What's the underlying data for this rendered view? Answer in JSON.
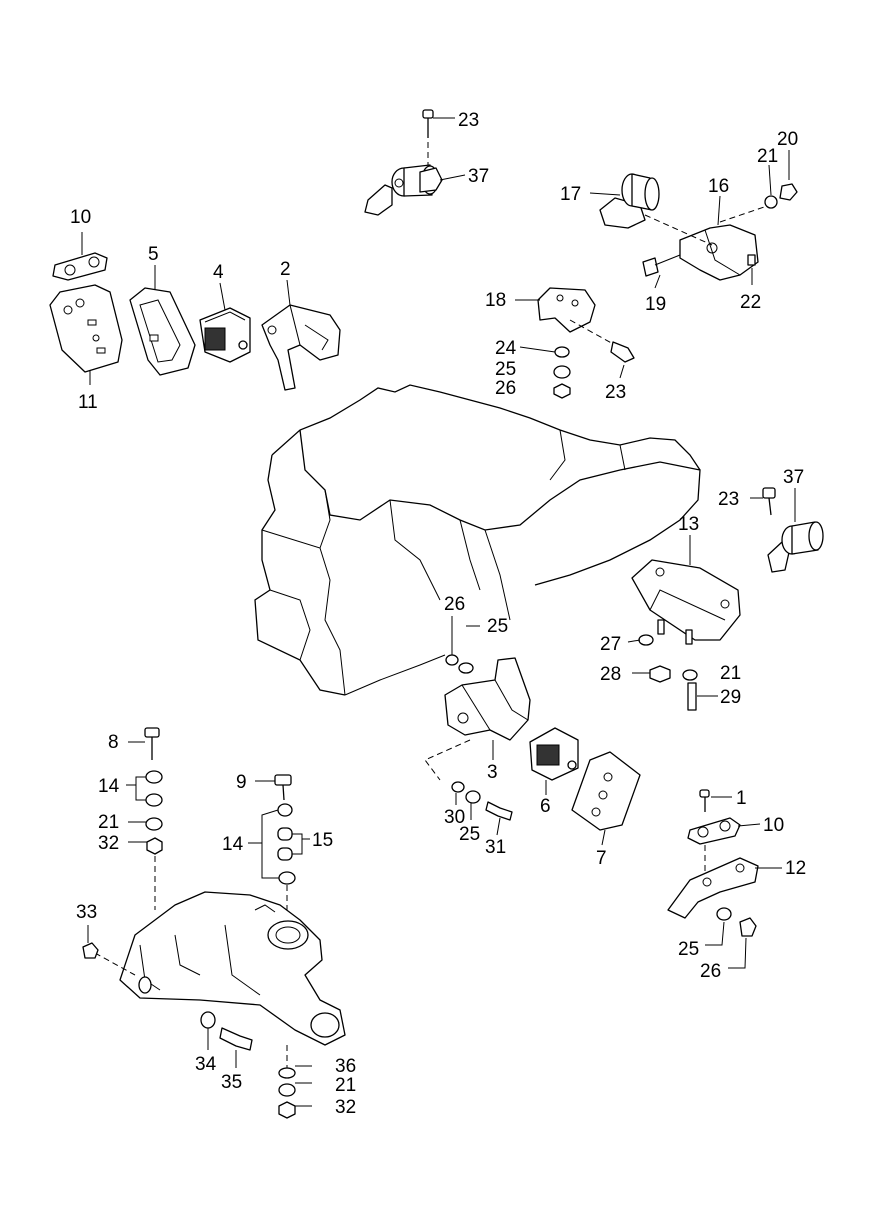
{
  "callouts": [
    {
      "id": "c-23-top",
      "text": "23"
    },
    {
      "id": "c-37-top",
      "text": "37"
    },
    {
      "id": "c-20",
      "text": "20"
    },
    {
      "id": "c-21-tr",
      "text": "21"
    },
    {
      "id": "c-17",
      "text": "17"
    },
    {
      "id": "c-16",
      "text": "16"
    },
    {
      "id": "c-19",
      "text": "19"
    },
    {
      "id": "c-22",
      "text": "22"
    },
    {
      "id": "c-10-tl",
      "text": "10"
    },
    {
      "id": "c-5",
      "text": "5"
    },
    {
      "id": "c-4",
      "text": "4"
    },
    {
      "id": "c-2",
      "text": "2"
    },
    {
      "id": "c-11",
      "text": "11"
    },
    {
      "id": "c-18",
      "text": "18"
    },
    {
      "id": "c-24",
      "text": "24"
    },
    {
      "id": "c-25-mid",
      "text": "25"
    },
    {
      "id": "c-26-mid",
      "text": "26"
    },
    {
      "id": "c-23-mid",
      "text": "23"
    },
    {
      "id": "c-23-right",
      "text": "23"
    },
    {
      "id": "c-37-right",
      "text": "37"
    },
    {
      "id": "c-13",
      "text": "13"
    },
    {
      "id": "c-26-center",
      "text": "26"
    },
    {
      "id": "c-25-center",
      "text": "25"
    },
    {
      "id": "c-27",
      "text": "27"
    },
    {
      "id": "c-28",
      "text": "28"
    },
    {
      "id": "c-21-right",
      "text": "21"
    },
    {
      "id": "c-29",
      "text": "29"
    },
    {
      "id": "c-3",
      "text": "3"
    },
    {
      "id": "c-6",
      "text": "6"
    },
    {
      "id": "c-30",
      "text": "30"
    },
    {
      "id": "c-25-low",
      "text": "25"
    },
    {
      "id": "c-31",
      "text": "31"
    },
    {
      "id": "c-7",
      "text": "7"
    },
    {
      "id": "c-1",
      "text": "1"
    },
    {
      "id": "c-10-br",
      "text": "10"
    },
    {
      "id": "c-12",
      "text": "12"
    },
    {
      "id": "c-25-br",
      "text": "25"
    },
    {
      "id": "c-26-br",
      "text": "26"
    },
    {
      "id": "c-8",
      "text": "8"
    },
    {
      "id": "c-14-a",
      "text": "14"
    },
    {
      "id": "c-21-left",
      "text": "21"
    },
    {
      "id": "c-32-left",
      "text": "32"
    },
    {
      "id": "c-9",
      "text": "9"
    },
    {
      "id": "c-14-b",
      "text": "14"
    },
    {
      "id": "c-15",
      "text": "15"
    },
    {
      "id": "c-33",
      "text": "33"
    },
    {
      "id": "c-34",
      "text": "34"
    },
    {
      "id": "c-35",
      "text": "35"
    },
    {
      "id": "c-36",
      "text": "36"
    },
    {
      "id": "c-21-bottom",
      "text": "21"
    },
    {
      "id": "c-32-bottom",
      "text": "32"
    }
  ]
}
